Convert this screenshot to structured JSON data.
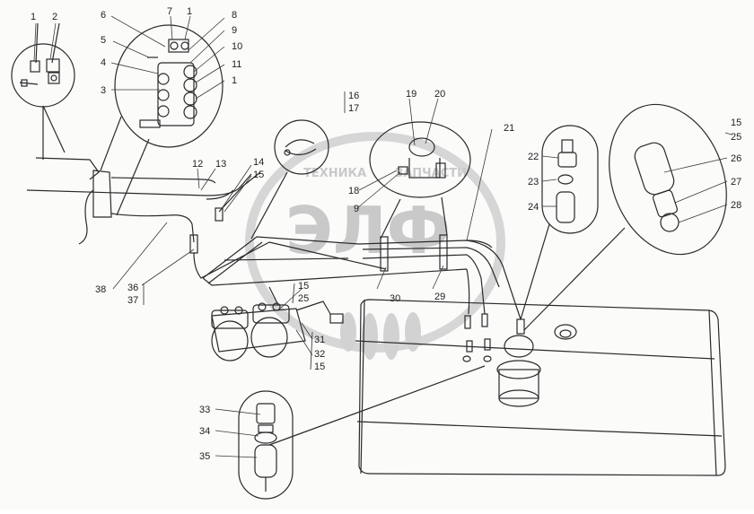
{
  "diagram": {
    "watermark": {
      "line1": "ТЕХНИКА",
      "line2": "ЗАПЧАСТИ",
      "logo": "ЭЛФ"
    },
    "callouts": {
      "c_tl_1": "1",
      "c_tl_2": "2",
      "c_a6": "6",
      "c_a7": "7",
      "c_a1": "1",
      "c_a8": "8",
      "c_a5": "5",
      "c_a9": "9",
      "c_a10": "10",
      "c_a4": "4",
      "c_a11": "11",
      "c_a3": "3",
      "c_a1b": "1",
      "c_16": "16",
      "c_17": "17",
      "c_19": "19",
      "c_20": "20",
      "c_18": "18",
      "c_9": "9",
      "c_21": "21",
      "c_22": "22",
      "c_23": "23",
      "c_24": "24",
      "c_15r": "15",
      "c_25r": "25",
      "c_26": "26",
      "c_27": "27",
      "c_28": "28",
      "c_12": "12",
      "c_13": "13",
      "c_14": "14",
      "c_15a": "15",
      "c_38": "38",
      "c_36": "36",
      "c_37": "37",
      "c_15b": "15",
      "c_25b": "25",
      "c_30": "30",
      "c_29": "29",
      "c_31": "31",
      "c_32": "32",
      "c_15c": "15",
      "c_33": "33",
      "c_34": "34",
      "c_35": "35"
    }
  }
}
